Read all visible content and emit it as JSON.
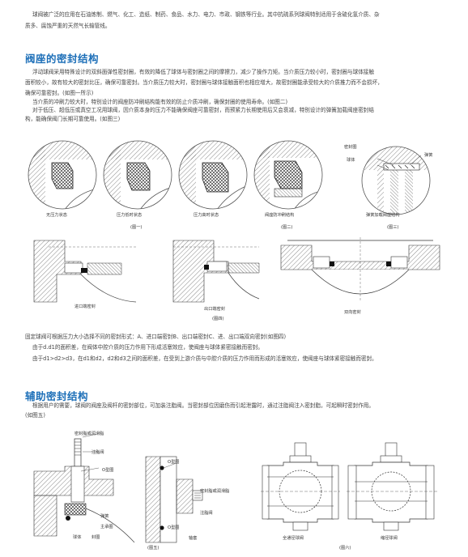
{
  "intro": {
    "line1": "球阀被广泛的应用在石油炼制、燃气、化工、造纸、制药、食品、水力、电力、市政、钢铁等行业。其中抗硫系列球阀特别适用于含硫化氢介质、杂",
    "line2": "质多、腐蚀严重的天然气长输管线。"
  },
  "section1": {
    "title": "阀座的密封结构",
    "p1": [
      "浮动球阀采用特殊设计的双斜面弹性密封圈，有效的降低了球体与密封圈之间的摩擦力，减少了操作力矩。当介质压力较小时，密封圈与球体接触",
      "面积较小，故有较大的密封比压，确保可靠密封。当介质压力较大时，密封圈与球体接触面积也相应增大，故密封圈能承受较大的介质推力而不会损坏，",
      "确保可靠密封。(如图一所示)"
    ],
    "p2": [
      "当介质的冲刷力较大时，特别设计的阀座防冲刷结构能有效的防止介质冲刷，确保封圈的使用寿命。(如图二)",
      "对于低压、超低压或真空工况用球阀，因介质本身的压力不能确保阀座可靠密封，而预紧力长期使用后又会衰减，特别设计的弹簧加载阀座密封结",
      "构，能确保阀门长期可靠使用。(如图三)"
    ],
    "fig_circles": [
      {
        "label": "无压力状态"
      },
      {
        "label": "压力低时状态"
      },
      {
        "label": "压力高时状态"
      },
      {
        "label": "阀座防冲刷结构"
      },
      {
        "label": "弹簧加载阀座结构"
      }
    ],
    "fig1_caption": "(图一)",
    "fig2_caption": "(图二)",
    "fig3_caption": "(图三)",
    "fig3_labels": {
      "seal": "密封圈",
      "ball": "球体",
      "spring": "弹簧"
    },
    "fig4_labels": {
      "inlet": "进口端密封",
      "outlet": "出口端密封",
      "double": "双向密封"
    },
    "fig4_caption": "(图四)",
    "p3": [
      "固定球阀可根据压力大小选择不同的密封形式：A、进口端密封B、出口端密封C、进、出口端双向密封(如图四)",
      "由于d.d1的面积差，在阀体中腔介质的压力作用下形成活塞效应，使阀座与球体紧密接触而密封。",
      "由于d1>d2>d3，在d1和d2，d2和d3之间的面积差，在受到上游介质与中腔介质的压力作用而形成的活塞效应，使阀座与球体紧密接触而密封。"
    ]
  },
  "section2": {
    "title": "辅助密封结构",
    "p1": [
      "根据用户的需要，球阀的阀座及阀杆的密封部位，可加装注脂阀。当密封部位因磨伤而引起泄露时，通过注脂阀注入密封脂，可起瞬时密封作用。",
      "(如图五)"
    ],
    "fig5_labels_left": {
      "seal_grease": "密封脂或润滑脂",
      "valve": "注脂阀",
      "oring": "O型圈",
      "spring": "弹簧",
      "main_seal": "主承圈",
      "ball": "球体",
      "seal_ring": "封圈"
    },
    "fig5_labels_mid": {
      "oring": "O型圈",
      "seal_grease": "密封脂或润滑脂",
      "valve": "注脂阀",
      "oring2": "O型圈",
      "stem": "轴套"
    },
    "fig5_caption": "(图五)",
    "fig6_labels": {
      "full": "全通径球阀",
      "reduced": "缩径球阀"
    },
    "fig6_caption": "(图六)"
  }
}
